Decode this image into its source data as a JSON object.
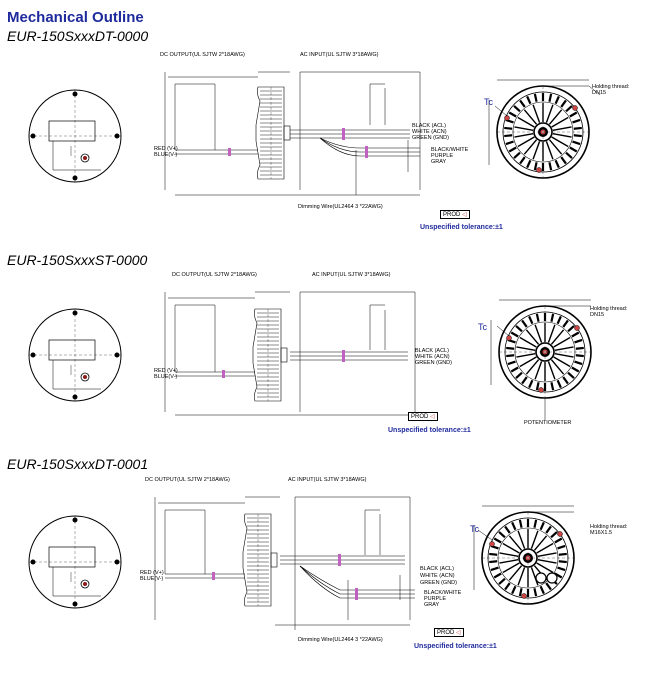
{
  "page_title": "Mechanical Outline",
  "sections": [
    {
      "model": "EUR-150SxxxDT-0000",
      "dc_output": "DC  OUTPUT(UL SJTW 2*18AWG)",
      "ac_input": "AC INPUT(UL SJTW 3*18AWG)",
      "dc_wires": [
        "RED (V+)",
        "BLUE(V-)"
      ],
      "ac_wires": [
        "BLACK (ACL)",
        "WHITE (ACN)",
        "GREEN (GND)"
      ],
      "dim_wires": [
        "BLACK/WHITE",
        "PURPLE",
        "GRAY"
      ],
      "dimming_label": "Dimming Wire(UL2464 3 *22AWG)",
      "thread": [
        "Holding thread:",
        "DN15"
      ],
      "tc": "Tc",
      "prod": "PROD",
      "tolerance": "Unspecified tolerance:±1"
    },
    {
      "model": "EUR-150SxxxST-0000",
      "dc_output": "DC  OUTPUT(UL SJTW 2*18AWG)",
      "ac_input": "AC INPUT(UL SJTW 3*18AWG)",
      "dc_wires": [
        "RED (V+)",
        "BLUE(V-)"
      ],
      "ac_wires": [
        "BLACK (ACL)",
        "WHITE (ACN)",
        "GREEN (GND)"
      ],
      "thread": [
        "Holding thread:",
        "DN15"
      ],
      "tc": "Tc",
      "prod": "PROD",
      "potentiometer": "POTENTIOMETER",
      "tolerance": "Unspecified tolerance:±1"
    },
    {
      "model": "EUR-150SxxxDT-0001",
      "dc_output": "DC  OUTPUT(UL SJTW 2*18AWG)",
      "ac_input": "AC INPUT(UL SJTW 3*18AWG)",
      "dc_wires": [
        "RED (V+)",
        "BLUE(V-)"
      ],
      "ac_wires": [
        "BLACK (ACL)",
        "WHITE (ACN)",
        "GREEN (GND)"
      ],
      "dim_wires": [
        "BLACK/WHITE",
        "PURPLE",
        "GRAY"
      ],
      "dimming_label": "Dimming Wire(UL2464 3 *22AWG)",
      "thread": [
        "Holding thread:",
        "M16X1.5"
      ],
      "tc": "Tc",
      "prod": "PROD",
      "tolerance": "Unspecified tolerance:±1"
    }
  ]
}
